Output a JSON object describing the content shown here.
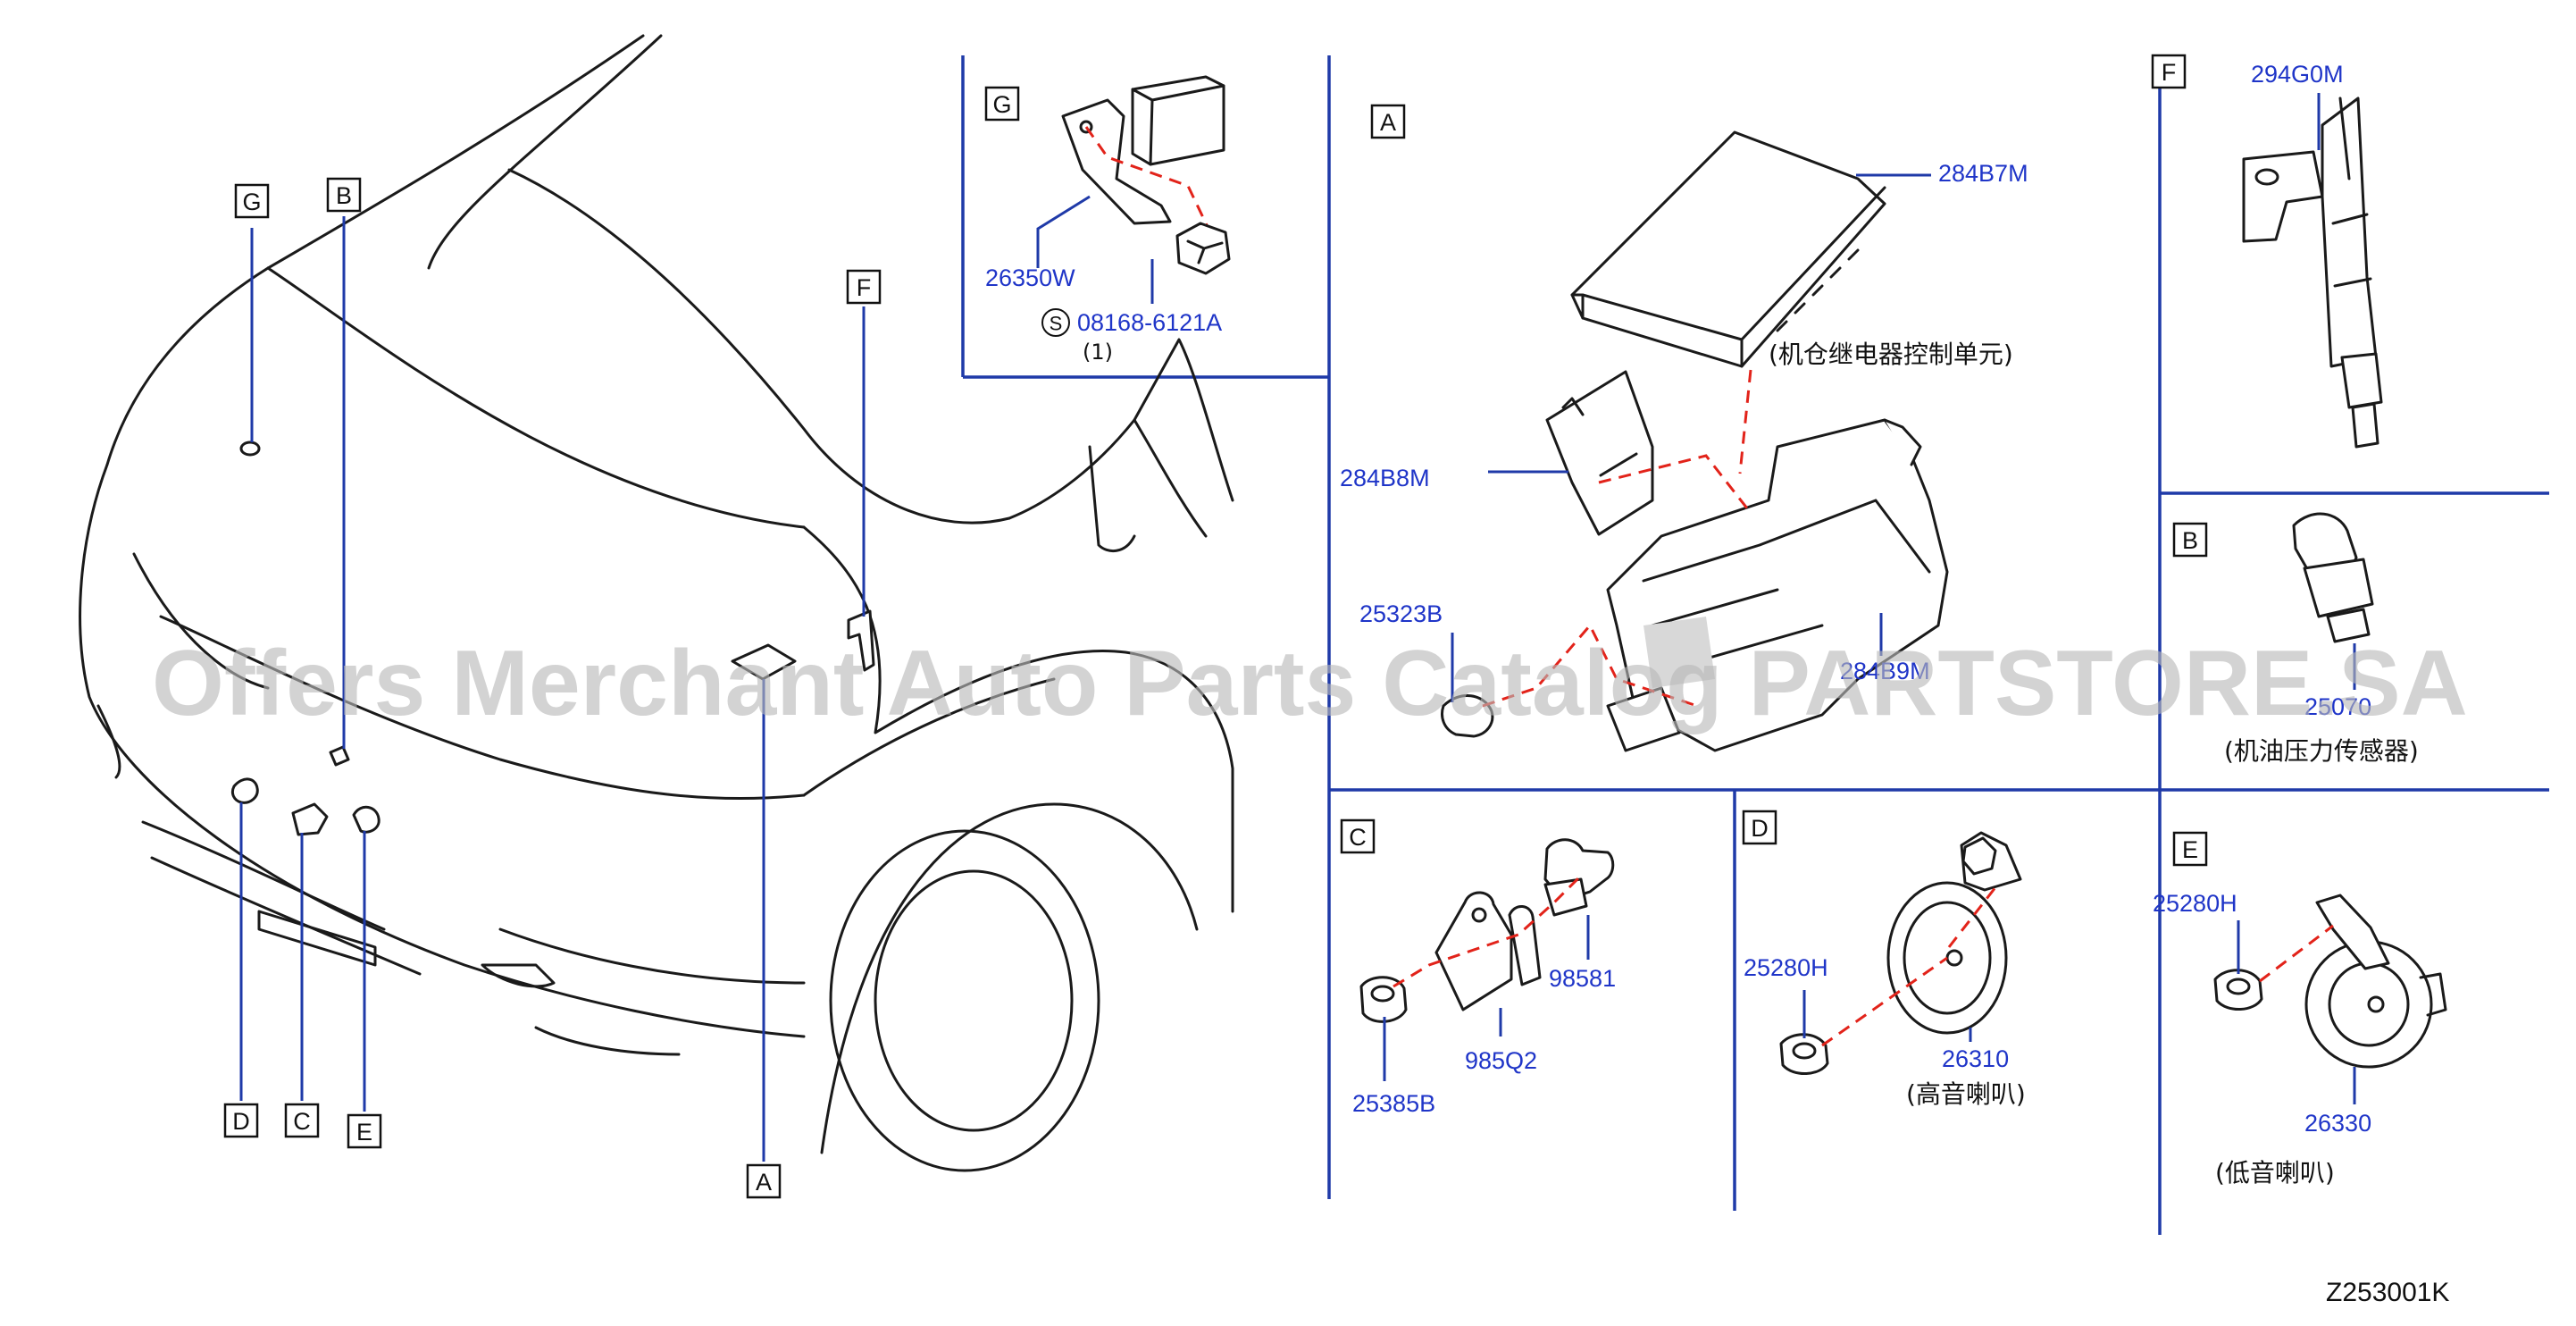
{
  "diagram_code": "Z253001K",
  "watermark": "Offers Merchant Auto Parts Catalog PARTSTORE.SA",
  "overview_labels": [
    "G",
    "B",
    "F",
    "D",
    "C",
    "E",
    "A"
  ],
  "panels": {
    "G": {
      "label": "G",
      "parts": [
        "26350W",
        "08168-6121A"
      ],
      "qty": "(1)",
      "std_marker": "S"
    },
    "A": {
      "label": "A",
      "parts": [
        "284B7M",
        "284B8M",
        "25323B",
        "284B9M"
      ],
      "note": "(机仓继电器控制单元)"
    },
    "F": {
      "label": "F",
      "parts": [
        "294G0M"
      ]
    },
    "B": {
      "label": "B",
      "parts": [
        "25070"
      ],
      "note": "(机油压力传感器)"
    },
    "C": {
      "label": "C",
      "parts": [
        "98581",
        "25385B",
        "985Q2"
      ]
    },
    "D": {
      "label": "D",
      "parts": [
        "25280H",
        "26310"
      ],
      "note": "(高音喇叭)"
    },
    "E": {
      "label": "E",
      "parts": [
        "25280H",
        "26330"
      ],
      "note": "(低音喇叭)"
    }
  },
  "colors": {
    "part_number": "#1f35c8",
    "leader_line": "#1f3aa8",
    "dashed_line": "#e2231a",
    "ink": "#1a1a1a"
  }
}
